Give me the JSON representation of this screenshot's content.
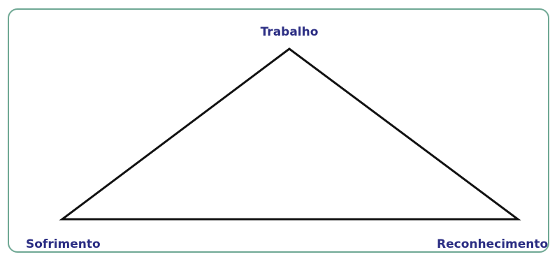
{
  "diagram": {
    "nodes": {
      "top": "Trabalho",
      "left": "Sofrimento",
      "right": "Reconhecimento"
    },
    "colors": {
      "border": "#6fa894",
      "label": "#2b2d83",
      "line": "#111111"
    }
  }
}
